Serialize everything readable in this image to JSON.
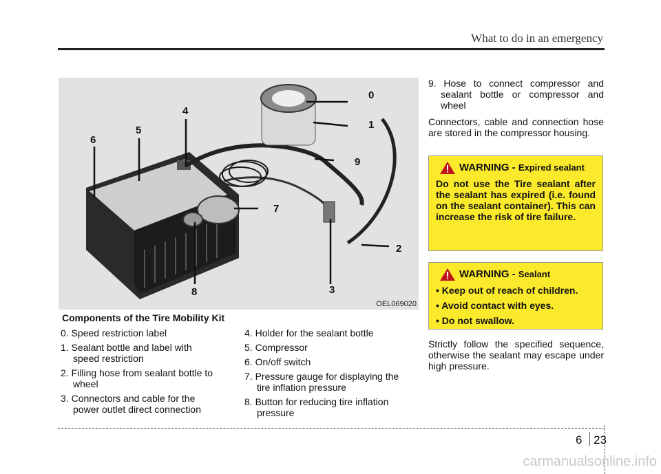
{
  "header": {
    "title": "What to do in an emergency"
  },
  "photo": {
    "code": "OEL069020",
    "callouts": [
      "0",
      "1",
      "2",
      "3",
      "4",
      "5",
      "6",
      "7",
      "8",
      "9"
    ]
  },
  "caption": "Components of the Tire Mobility Kit",
  "list_left": [
    {
      "n": "0.",
      "text": "Speed restriction label",
      "cont": ""
    },
    {
      "n": "1.",
      "text": "Sealant bottle and label with",
      "cont": "speed restriction"
    },
    {
      "n": "2.",
      "text": "Filling hose from sealant bottle to",
      "cont": "wheel"
    },
    {
      "n": "3.",
      "text": "Connectors and cable for the",
      "cont": "power outlet direct connection"
    }
  ],
  "list_right": [
    {
      "n": "4.",
      "text": "Holder for the sealant bottle",
      "cont": ""
    },
    {
      "n": "5.",
      "text": "Compressor",
      "cont": ""
    },
    {
      "n": "6.",
      "text": "On/off switch",
      "cont": ""
    },
    {
      "n": "7.",
      "text": "Pressure gauge for displaying the",
      "cont": "tire inflation pressure"
    },
    {
      "n": "8.",
      "text": "Button for reducing tire inflation",
      "cont": "pressure"
    }
  ],
  "right_col": {
    "item9": "9. Hose to connect compressor and sealant bottle or compressor and wheel",
    "para": "Connectors, cable and connection hose are stored in the compressor housing."
  },
  "warning1": {
    "label": "WARNING - ",
    "sub": "Expired sealant",
    "body": "Do not use the Tire sealant after the sealant has expired (i.e. found on the sealant container). This can increase the risk of tire failure."
  },
  "warning2": {
    "label": "WARNING - ",
    "sub": "Sealant",
    "items": [
      "• Keep out of reach of children.",
      "• Avoid contact with eyes.",
      "• Do not swallow."
    ]
  },
  "strict": "Strictly follow the specified sequence, otherwise the sealant may escape under high pressure.",
  "footer": {
    "chapter": "6",
    "page": "23"
  },
  "watermark": "carmanualsonline.info",
  "colors": {
    "warning_bg": "#fbe92b",
    "photo_bg": "#e2e2e2"
  }
}
